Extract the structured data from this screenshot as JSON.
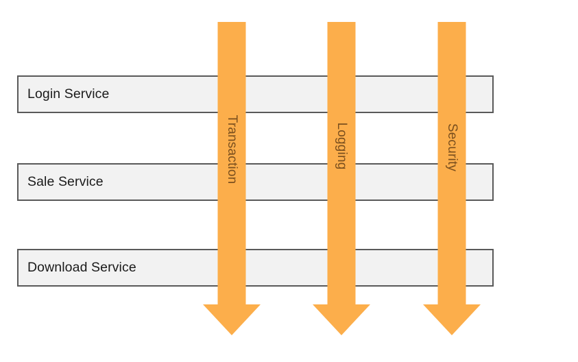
{
  "diagram": {
    "type": "cross-cutting-concerns-diagram",
    "services": [
      {
        "id": "login",
        "label": "Login Service"
      },
      {
        "id": "sale",
        "label": "Sale Service"
      },
      {
        "id": "download",
        "label": "Download Service"
      }
    ],
    "aspects": [
      {
        "id": "transaction",
        "label": "Transaction"
      },
      {
        "id": "logging",
        "label": "Logging"
      },
      {
        "id": "security",
        "label": "Security"
      }
    ],
    "colors": {
      "arrow_fill": "#fcae4b",
      "aspect_label_text": "#7a4f1e",
      "service_fill": "#f2f2f2",
      "service_border": "#595959",
      "service_label_text": "#1a1a1a",
      "background": "#ffffff"
    }
  }
}
